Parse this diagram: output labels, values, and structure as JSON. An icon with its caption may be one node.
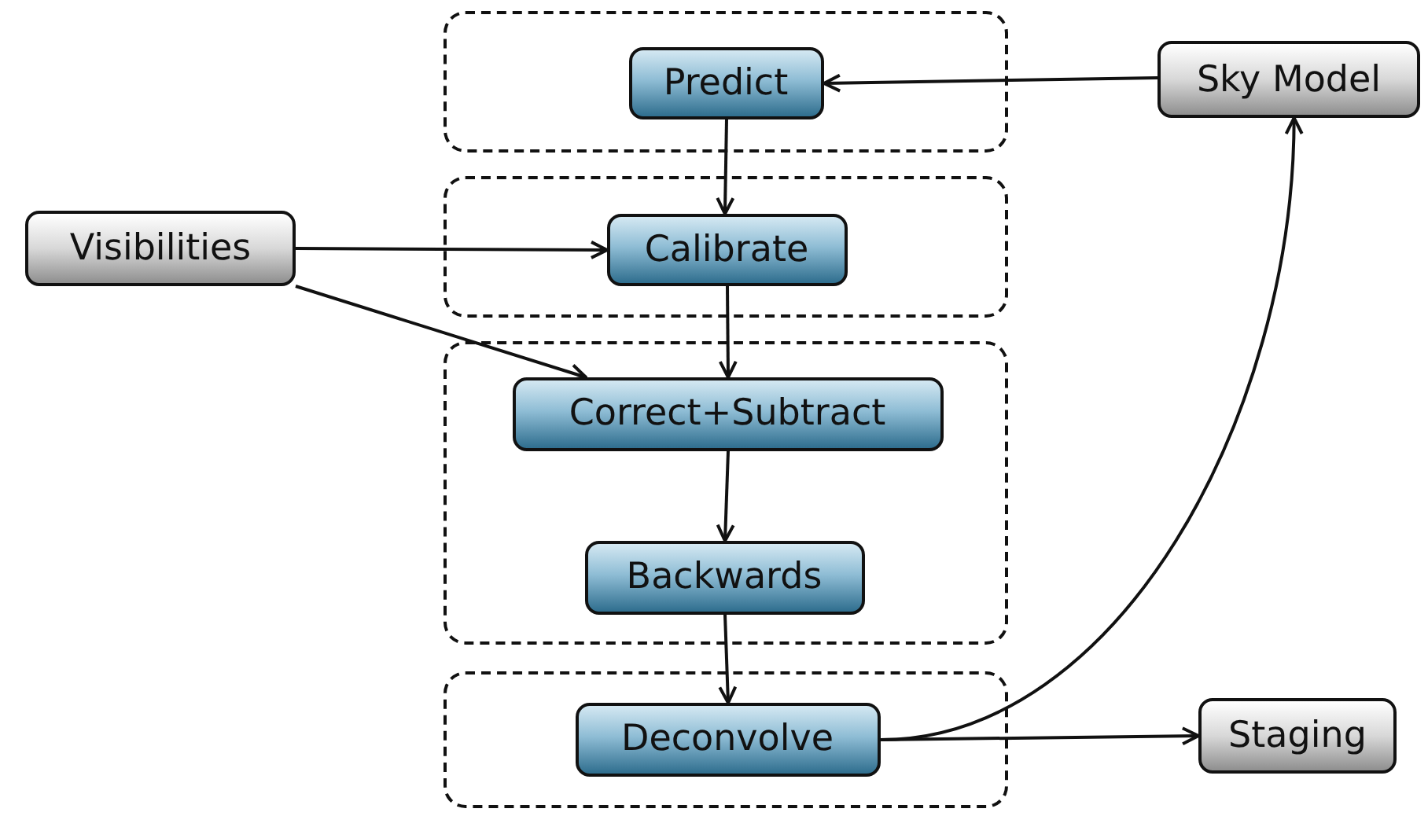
{
  "diagram": {
    "nodes": [
      {
        "text": [],
        "shape": "box"
      },
      {
        "text": [
          "Predict"
        ],
        "in": 0
      },
      {
        "text": [],
        "shape": "box"
      },
      {
        "text": [
          "Calibrate"
        ],
        "in": 2
      },
      {
        "text": [],
        "shape": "box"
      },
      {
        "text": [
          "Correct+Subtract"
        ],
        "in": 4
      },
      {
        "text": [
          "Backwards"
        ],
        "in": 4
      },
      {
        "text": [],
        "shape": "box"
      },
      {
        "text": [
          "Deconvolve"
        ],
        "in": 7
      },
      {
        "text": [
          "Sky Model"
        ]
      },
      {
        "text": [
          "Visibilities"
        ]
      },
      {
        "text": [
          "Staging"
        ]
      }
    ],
    "edges": [
      {
        "from": 9,
        "to": 1,
        "arrow": "to"
      },
      {
        "from": 1,
        "to": 3,
        "arrow": "to"
      },
      {
        "from": 10,
        "to": 3,
        "arrow": "to"
      },
      {
        "from": 10,
        "to": 5,
        "arrow": "to"
      },
      {
        "from": 3,
        "to": 5,
        "arrow": "to"
      },
      {
        "from": 5,
        "to": 6,
        "arrow": "to"
      },
      {
        "from": 6,
        "to": 8,
        "arrow": "to"
      },
      {
        "from": 8,
        "to": 9,
        "arrow": "to"
      },
      {
        "from": 8,
        "to": 11,
        "arrow": "to"
      }
    ]
  }
}
